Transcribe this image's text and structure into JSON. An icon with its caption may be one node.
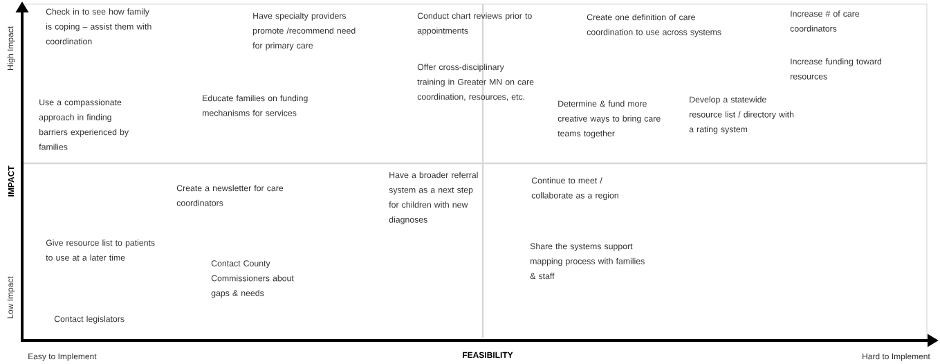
{
  "diagram": {
    "labels": [
      "High Impact",
      "IMPACT",
      "Low Impact",
      "Easy to Implement",
      "FEASIBILITY",
      "Hard to Implement",
      "Check in to see how family is coping – assist them with coordination",
      "Have specialty providers promote /recommend need for primary care",
      "Conduct chart reviews prior to appointments",
      "Offer cross-disciplinary training in Greater MN on care coordination, resources, etc.",
      "Create one definition of care coordination to use across systems",
      "Increase # of care coordinators",
      "Increase funding toward resources",
      "Use a compassionate approach in finding barriers experienced by families",
      "Educate families on funding mechanisms for services",
      "Determine & fund more creative ways to bring care teams together",
      "Develop a statewide resource list / directory with a rating system",
      "Create a newsletter for care coordinators",
      "Have a broader referral system as a next step for children with new diagnoses",
      "Continue to meet / collaborate as a region",
      "Give resource list to patients to use at a later time",
      "Share the systems support mapping process with families & staff",
      "Contact County Commissioners about gaps & needs",
      "Contact legislators"
    ]
  }
}
